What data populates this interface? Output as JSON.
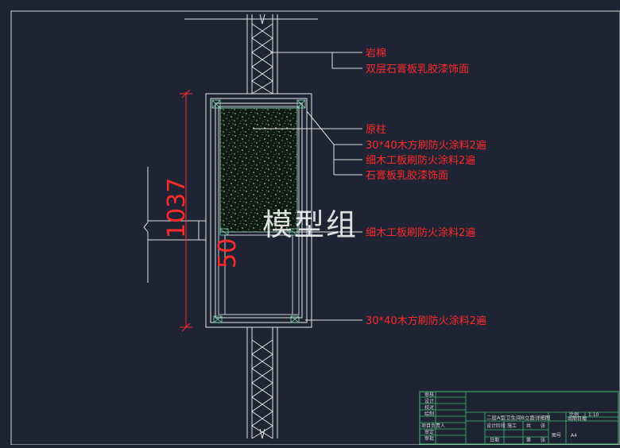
{
  "drawing": {
    "watermark": "模型组",
    "dimension_1037": "1037",
    "dimension_50": "50"
  },
  "callouts": [
    {
      "id": "rock-wool",
      "text": "岩棉"
    },
    {
      "id": "double-gypsum",
      "text": "双层石膏板乳胶漆饰面"
    },
    {
      "id": "original-column",
      "text": "原柱"
    },
    {
      "id": "wood-batten-1",
      "text": "30*40木方刷防火涂料2遍"
    },
    {
      "id": "fine-wood-1",
      "text": "细木工板刷防火涂料2遍"
    },
    {
      "id": "gypsum-finish",
      "text": "石膏板乳胶漆饰面"
    },
    {
      "id": "fine-wood-2",
      "text": "细木工板刷防火涂料2遍"
    },
    {
      "id": "wood-batten-2",
      "text": "30*40木方刷防火涂料2遍"
    }
  ],
  "title_block": {
    "title": "二层A型卫生间B立面详细图",
    "scale_label": "比例",
    "scale_value": "1:10",
    "drawing_no_label": "图号",
    "drawing_no_value": "A4",
    "row_labels": [
      "审核",
      "设计",
      "校对",
      "绘制",
      "项目负责人",
      "审定",
      "审批"
    ],
    "mid_labels": [
      "设计阶段",
      "施工",
      "共",
      "张",
      "日期",
      "第",
      "张"
    ],
    "extra_label": "出图日期"
  }
}
